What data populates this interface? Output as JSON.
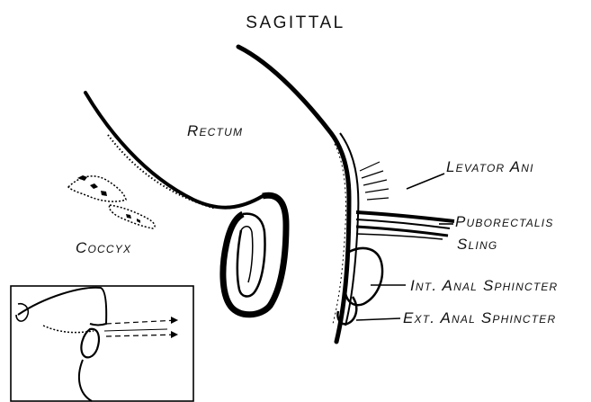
{
  "title": "SAGITTAL",
  "labels": {
    "rectum": "Rectum",
    "coccyx": "Coccyx",
    "levator_ani": "Levator Ani",
    "puborectalis_line1": "Puborectalis",
    "puborectalis_line2": "Sling",
    "int_anal_sphincter": "Int. Anal Sphincter",
    "ext_anal_sphincter": "Ext. Anal Sphincter"
  }
}
